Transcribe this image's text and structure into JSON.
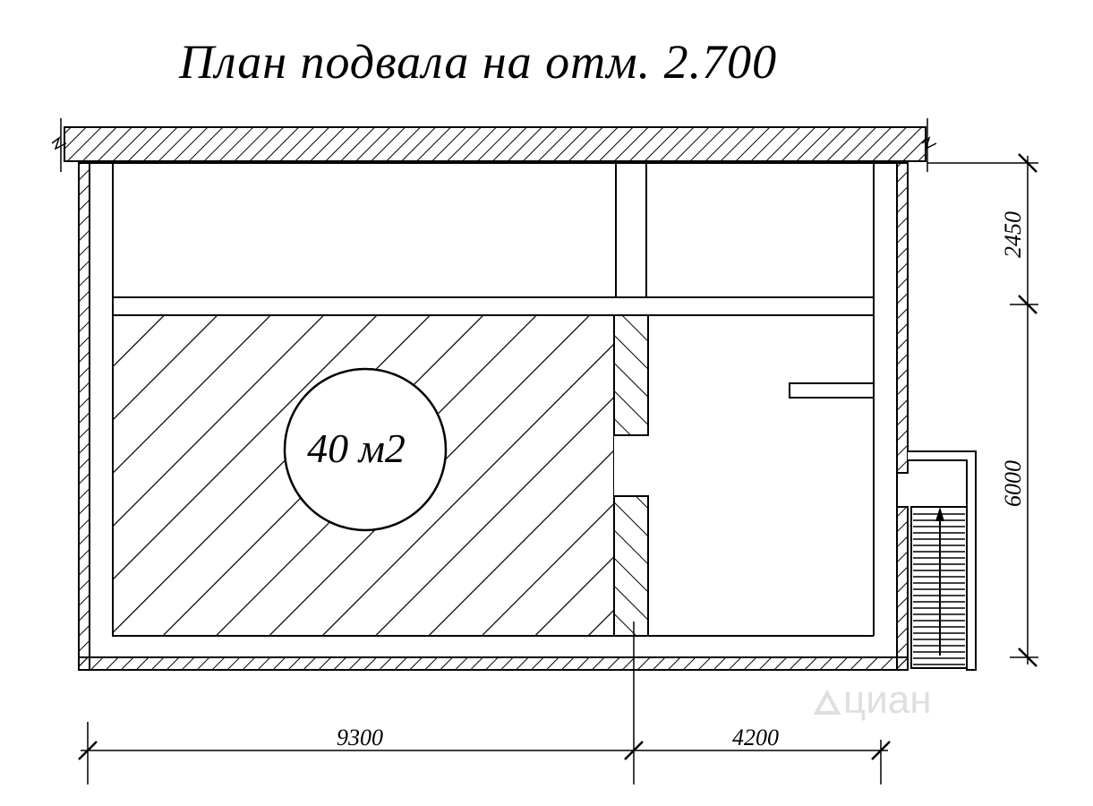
{
  "title": "План подвала на отм. 2.700",
  "area_label": "40 м2",
  "dimensions": {
    "width_left": "9300",
    "width_right": "4200",
    "height_top": "2450",
    "height_bottom": "6000"
  },
  "watermark": "циан",
  "colors": {
    "line": "#000000",
    "background": "#ffffff",
    "watermark": "#dcdcdc"
  }
}
